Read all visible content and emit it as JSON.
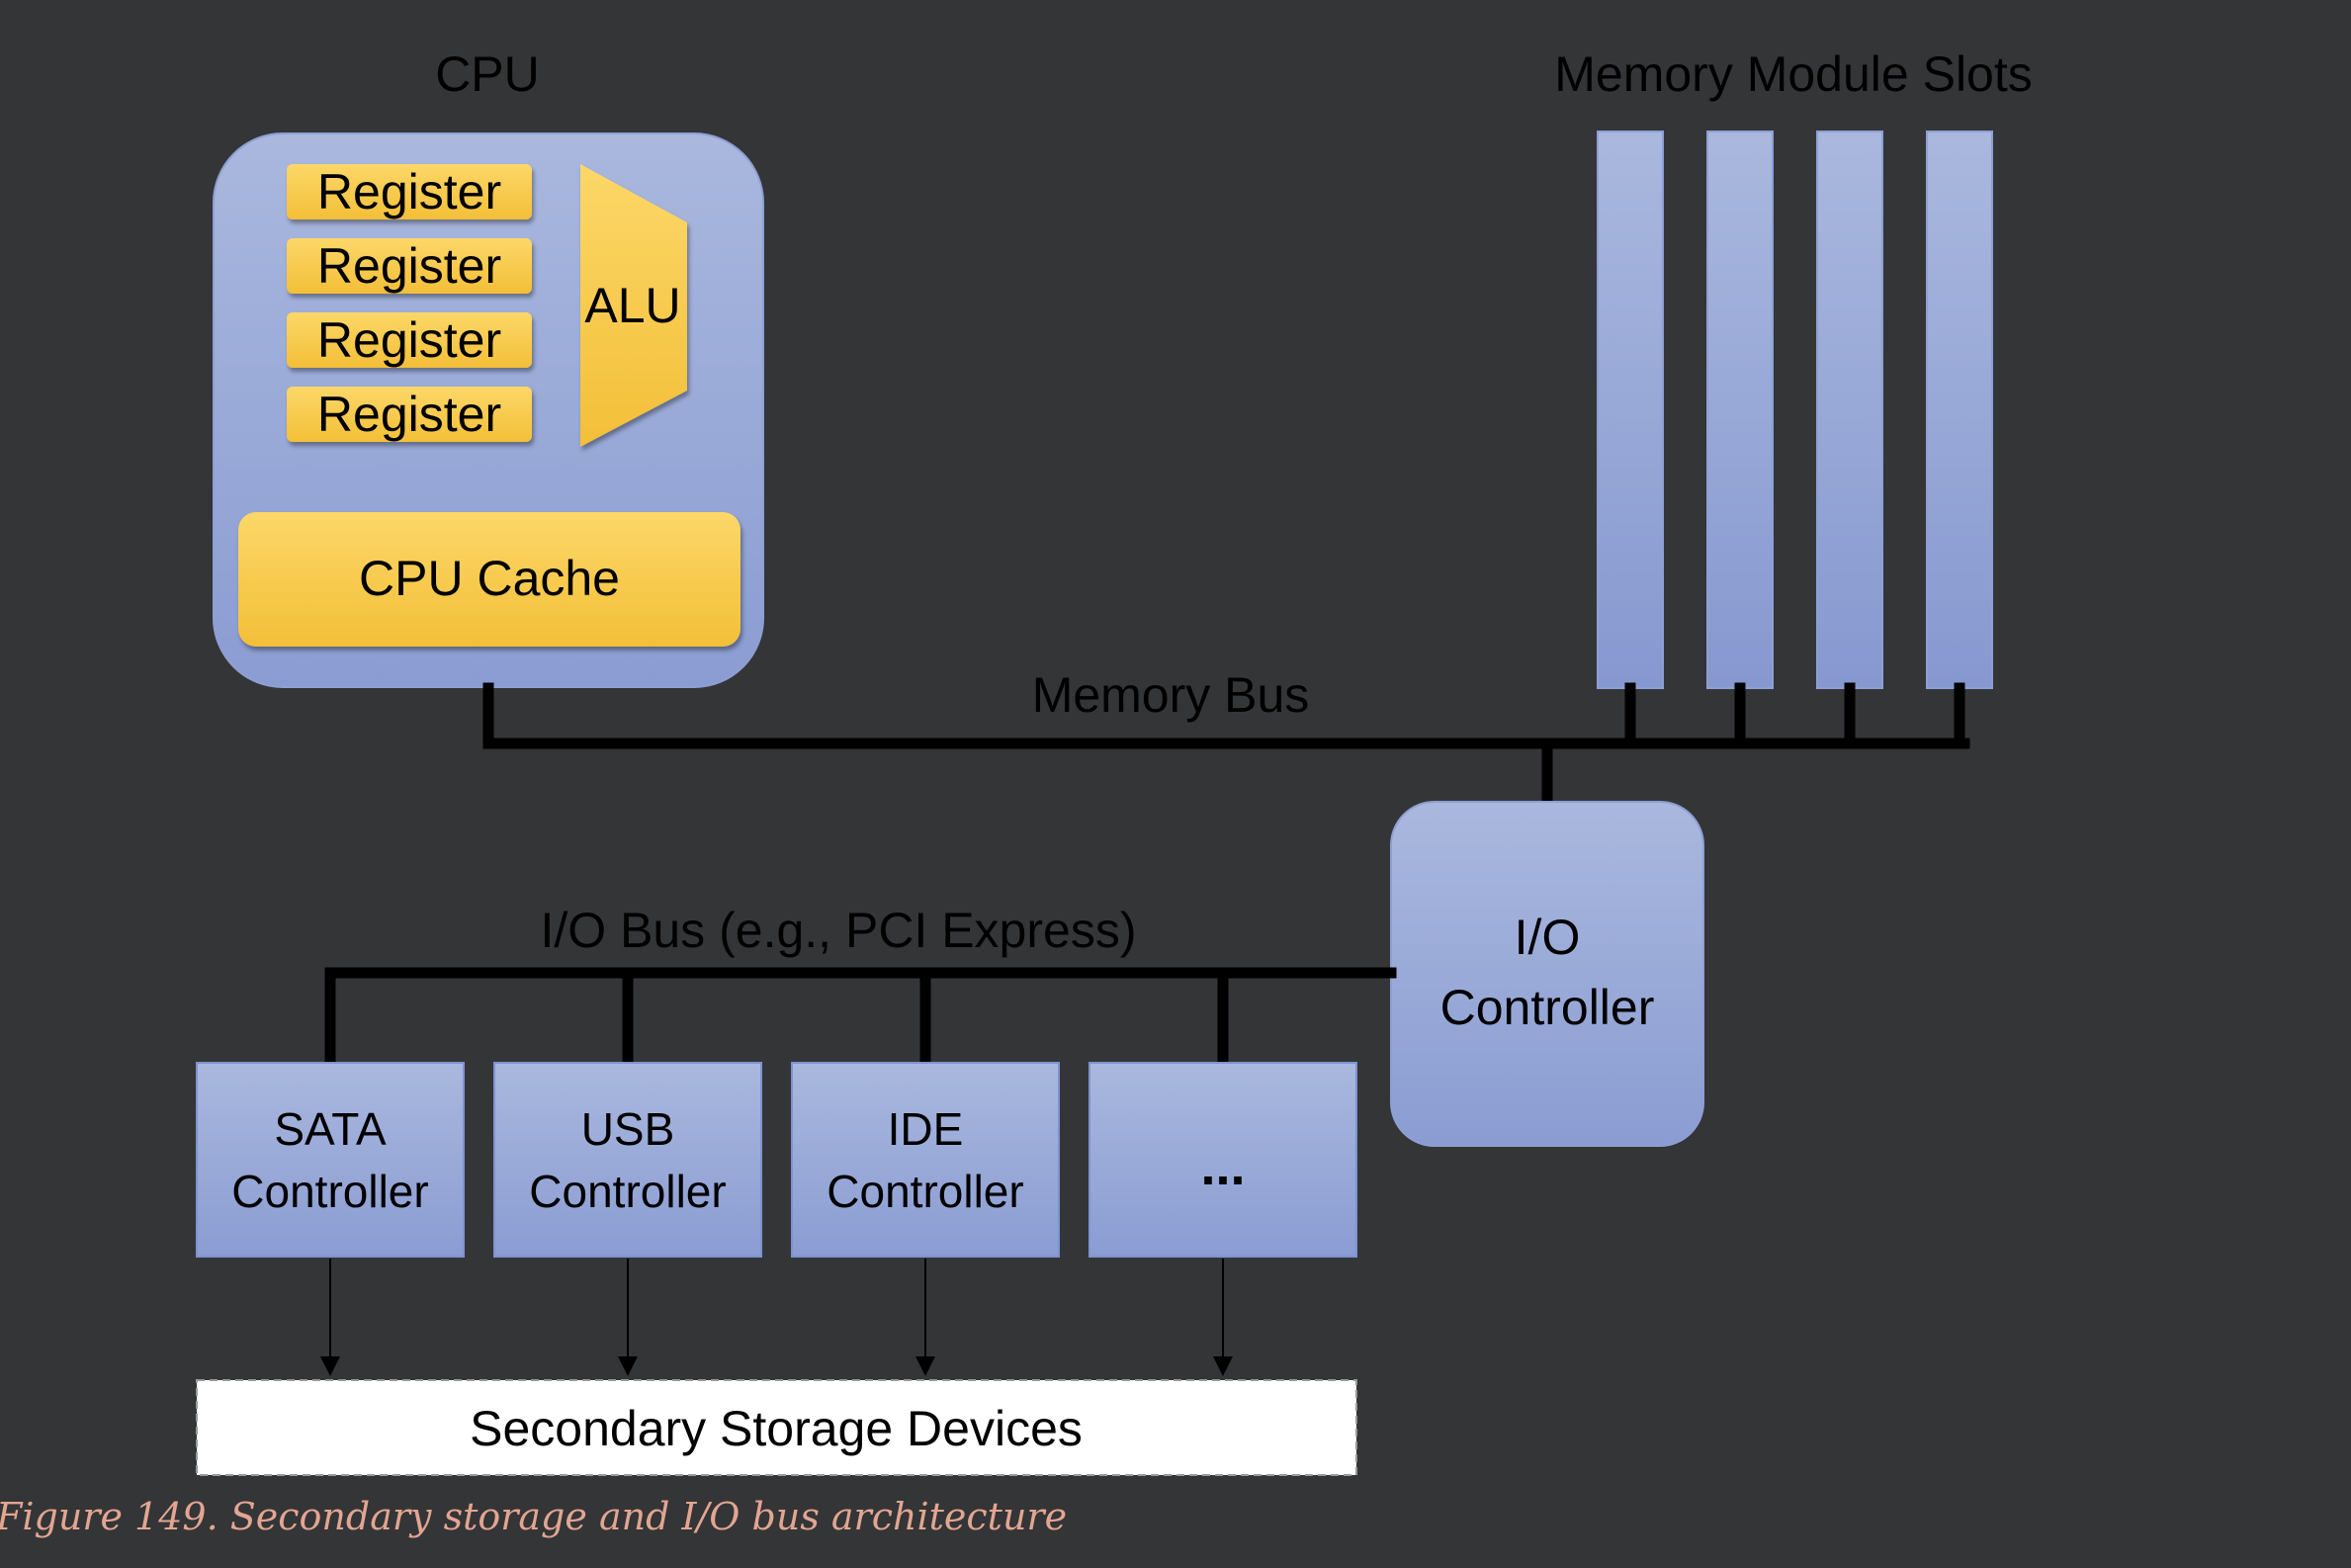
{
  "cpu": {
    "title": "CPU",
    "registers": [
      "Register",
      "Register",
      "Register",
      "Register"
    ],
    "alu": "ALU",
    "cache": "CPU Cache"
  },
  "memory": {
    "title": "Memory Module Slots",
    "slot_count": 4
  },
  "buses": {
    "memory_bus": "Memory Bus",
    "io_bus": "I/O Bus (e.g., PCI Express)"
  },
  "io_controller": {
    "line1": "I/O",
    "line2": "Controller"
  },
  "controllers": [
    {
      "line1": "SATA",
      "line2": "Controller"
    },
    {
      "line1": "USB",
      "line2": "Controller"
    },
    {
      "line1": "IDE",
      "line2": "Controller"
    },
    {
      "line1": "",
      "line2": "",
      "ellipsis": "..."
    }
  ],
  "storage": "Secondary Storage Devices",
  "caption": "Figure 149. Secondary storage and I/O bus architecture",
  "colors": {
    "background": "#343537",
    "blue_top": "#a9b7dd",
    "blue_bottom": "#8b9dd3",
    "gold_top": "#fbd565",
    "gold_bottom": "#f4c13c",
    "bus_line": "#000000",
    "caption": "#e3a592"
  }
}
